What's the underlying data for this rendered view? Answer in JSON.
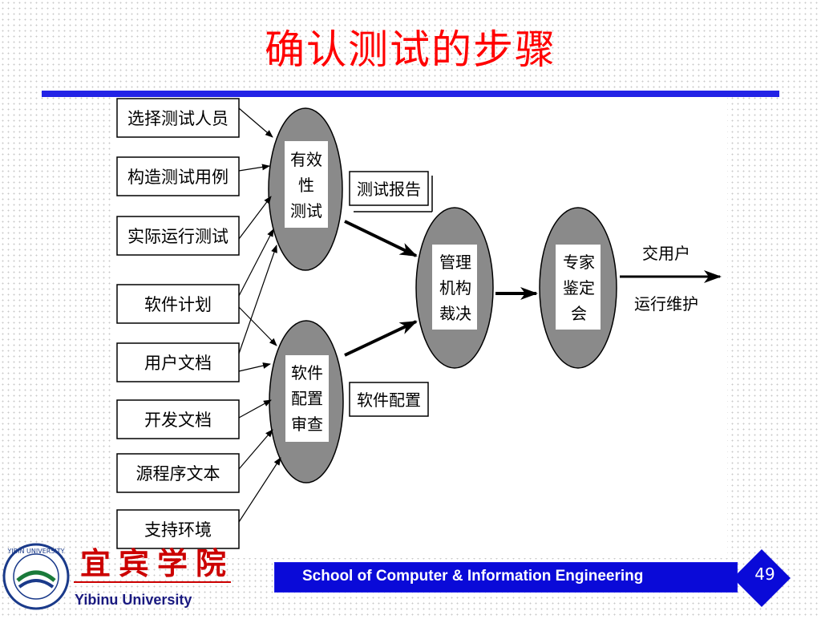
{
  "slide": {
    "title": "确认测试的步骤",
    "page_number": "49",
    "footer_school": "School of Computer & Information Engineering",
    "university_name_en": "Yibinu University",
    "university_name_cn": "宜宾学院",
    "seal_text": "YIBIN UNIVERSITY"
  },
  "diagram": {
    "inputs": [
      "选择测试人员",
      "构造测试用例",
      "实际运行测试",
      "软件计划",
      "用户文档",
      "开发文档",
      "源程序文本",
      "支持环境"
    ],
    "validity_test": [
      "有效",
      "性",
      "测试"
    ],
    "config_review": [
      "软件",
      "配置",
      "审查"
    ],
    "management_decision": [
      "管理",
      "机构",
      "裁决"
    ],
    "expert_review": [
      "专家",
      "鉴定",
      "会"
    ],
    "test_report": "测试报告",
    "software_config": "软件配置",
    "output_line1": "交用户",
    "output_line2": "运行维护"
  },
  "colors": {
    "title": "#ff0000",
    "rule": "#2323e6",
    "footer_bg": "#0a0ad8",
    "ellipse_fill": "#8a8a8a",
    "seal_red": "#cc0000"
  }
}
